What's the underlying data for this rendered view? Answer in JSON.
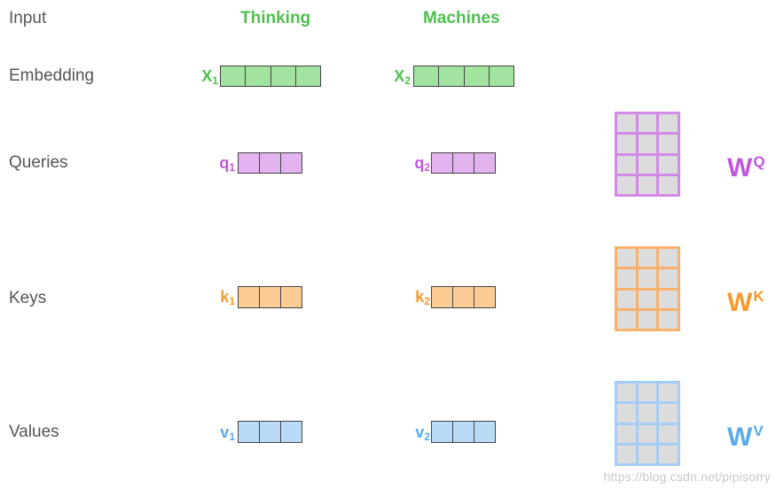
{
  "row_labels": {
    "input": "Input",
    "embedding": "Embedding",
    "queries": "Queries",
    "keys": "Keys",
    "values": "Values"
  },
  "words": [
    "Thinking",
    "Machines"
  ],
  "vectors": {
    "embedding": [
      {
        "name": "X",
        "sub": "1"
      },
      {
        "name": "X",
        "sub": "2"
      }
    ],
    "queries": [
      {
        "name": "q",
        "sub": "1"
      },
      {
        "name": "q",
        "sub": "2"
      }
    ],
    "keys": [
      {
        "name": "k",
        "sub": "1"
      },
      {
        "name": "k",
        "sub": "2"
      }
    ],
    "values": [
      {
        "name": "v",
        "sub": "1"
      },
      {
        "name": "v",
        "sub": "2"
      }
    ]
  },
  "weights": {
    "query": {
      "name": "W",
      "sup": "Q"
    },
    "key": {
      "name": "W",
      "sup": "K"
    },
    "value": {
      "name": "W",
      "sup": "V"
    }
  },
  "colors": {
    "embedding_fill": "#a3e3a0",
    "embedding_text": "#4ec04e",
    "query_fill": "#e2b3ef",
    "query_border": "#d28ae6",
    "query_text": "#c158dc",
    "key_fill": "#fdcb94",
    "key_border": "#f8b16c",
    "key_text": "#f79a2c",
    "value_fill": "#b9dbf7",
    "value_border": "#a4cdf6",
    "value_text": "#5aabeb"
  },
  "watermark": "https://blog.csdn.net/pipisorry"
}
